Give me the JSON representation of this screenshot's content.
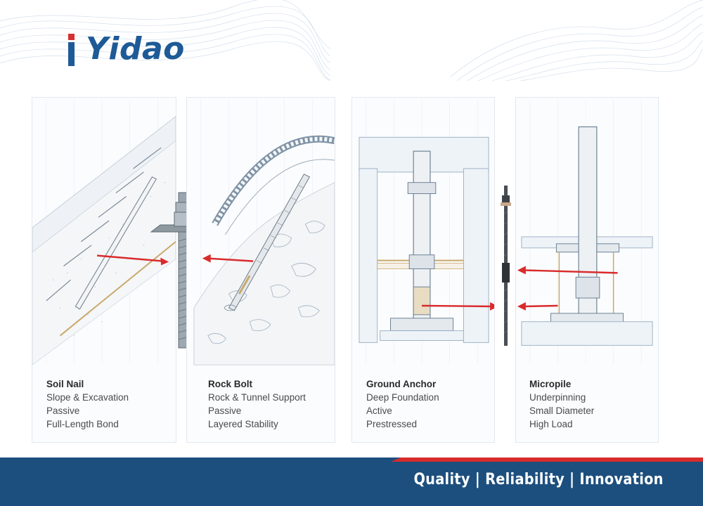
{
  "brand": {
    "name": "Yidao",
    "primary_color": "#1e5a96",
    "accent_color": "#d92b2b"
  },
  "cards": [
    {
      "title": "Soil Nail",
      "lines": [
        "Slope & Excavation",
        "Passive",
        "Full-Length Bond"
      ]
    },
    {
      "title": "Rock Bolt",
      "lines": [
        "Rock & Tunnel Support",
        "Passive",
        "Layered Stability"
      ]
    },
    {
      "title": "Ground Anchor",
      "lines": [
        "Deep Foundation",
        "Active",
        "Prestressed"
      ]
    },
    {
      "title": "Micropile",
      "lines": [
        "Underpinning",
        "Small Diameter",
        "High Load"
      ]
    }
  ],
  "footer": {
    "tagline": "Quality | Reliability | Innovation",
    "background": "#1c4f7e"
  }
}
